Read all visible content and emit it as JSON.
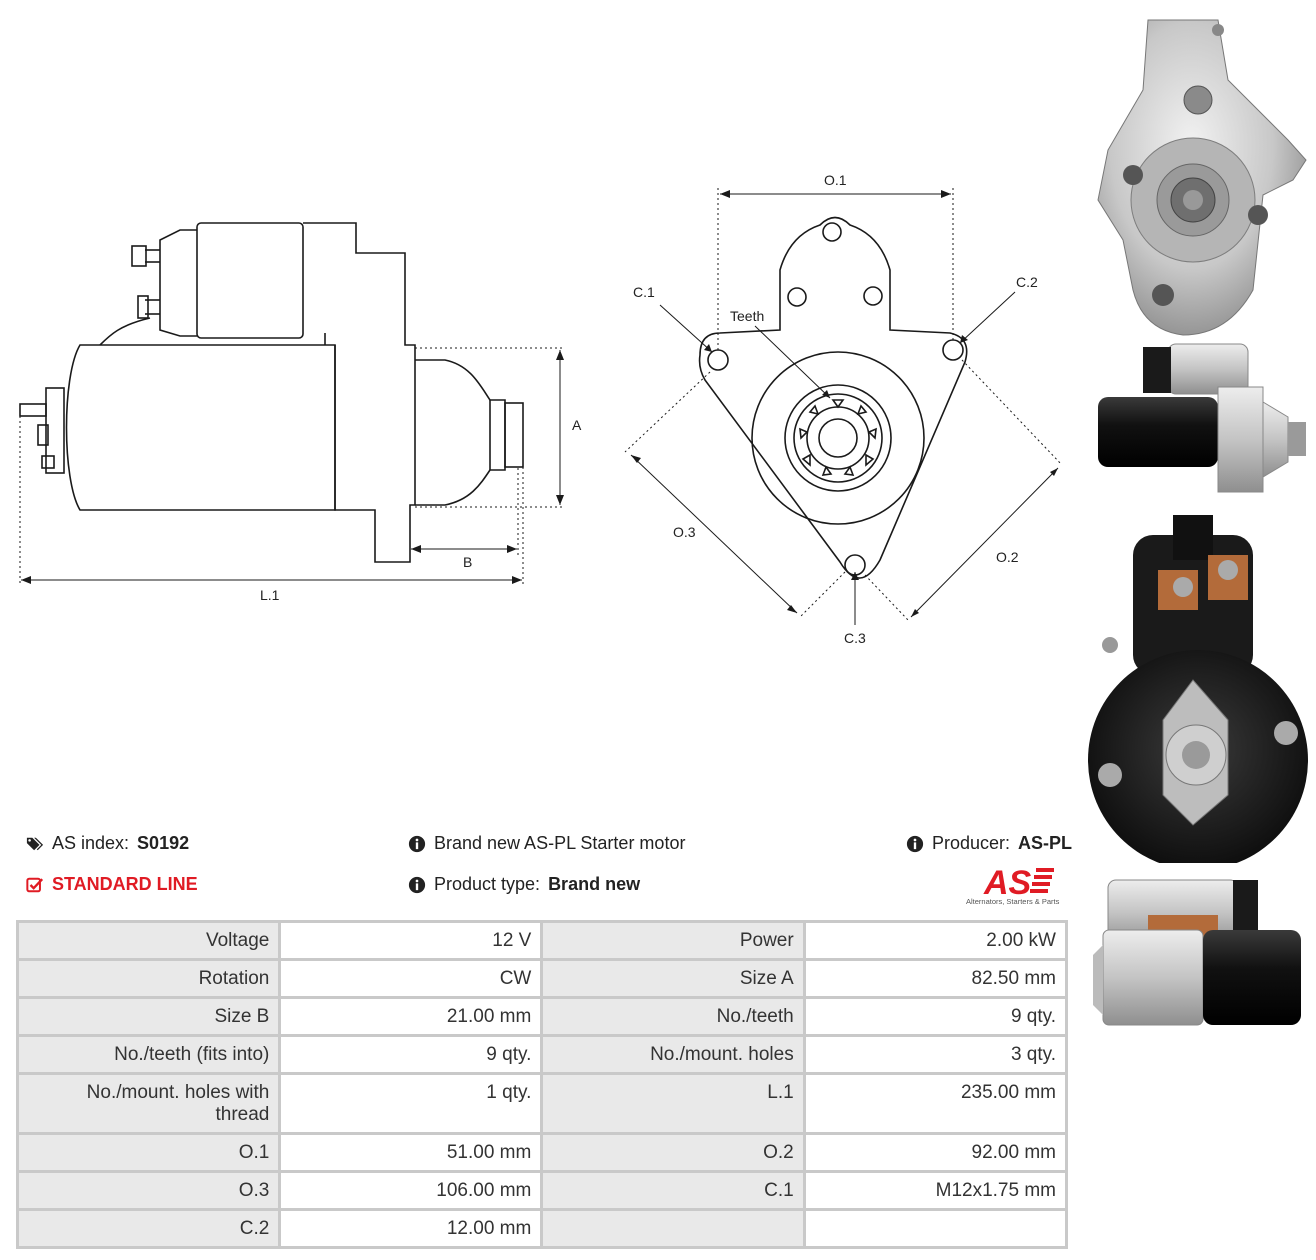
{
  "drawing_labels": {
    "A": "A",
    "B": "B",
    "L1": "L.1",
    "O1": "O.1",
    "O2": "O.2",
    "O3": "O.3",
    "C1": "C.1",
    "C2": "C.2",
    "C3": "C.3",
    "teeth": "Teeth"
  },
  "info": {
    "index_label": "AS index:",
    "index_value": "S0192",
    "line_label": "STANDARD LINE",
    "description": "Brand new AS-PL Starter motor",
    "product_type_label": "Product type:",
    "product_type_value": "Brand new",
    "producer_label": "Producer:",
    "producer_value": "AS-PL",
    "logo_text": "AS",
    "logo_tagline": "Alternators, Starters & Parts"
  },
  "colors": {
    "accent": "#e01b24",
    "key_cell": "#e9e9e9",
    "border": "#c9c9c9"
  },
  "specs": [
    [
      "Voltage",
      "12 V",
      "Power",
      "2.00 kW"
    ],
    [
      "Rotation",
      "CW",
      "Size A",
      "82.50 mm"
    ],
    [
      "Size B",
      "21.00 mm",
      "No./teeth",
      "9 qty."
    ],
    [
      "No./teeth (fits into)",
      "9 qty.",
      "No./mount. holes",
      "3 qty."
    ],
    [
      "No./mount. holes with thread",
      "1 qty.",
      "L.1",
      "235.00 mm"
    ],
    [
      "O.1",
      "51.00 mm",
      "O.2",
      "92.00 mm"
    ],
    [
      "O.3",
      "106.00 mm",
      "C.1",
      "M12x1.75 mm"
    ],
    [
      "C.2",
      "12.00 mm",
      "",
      ""
    ]
  ]
}
